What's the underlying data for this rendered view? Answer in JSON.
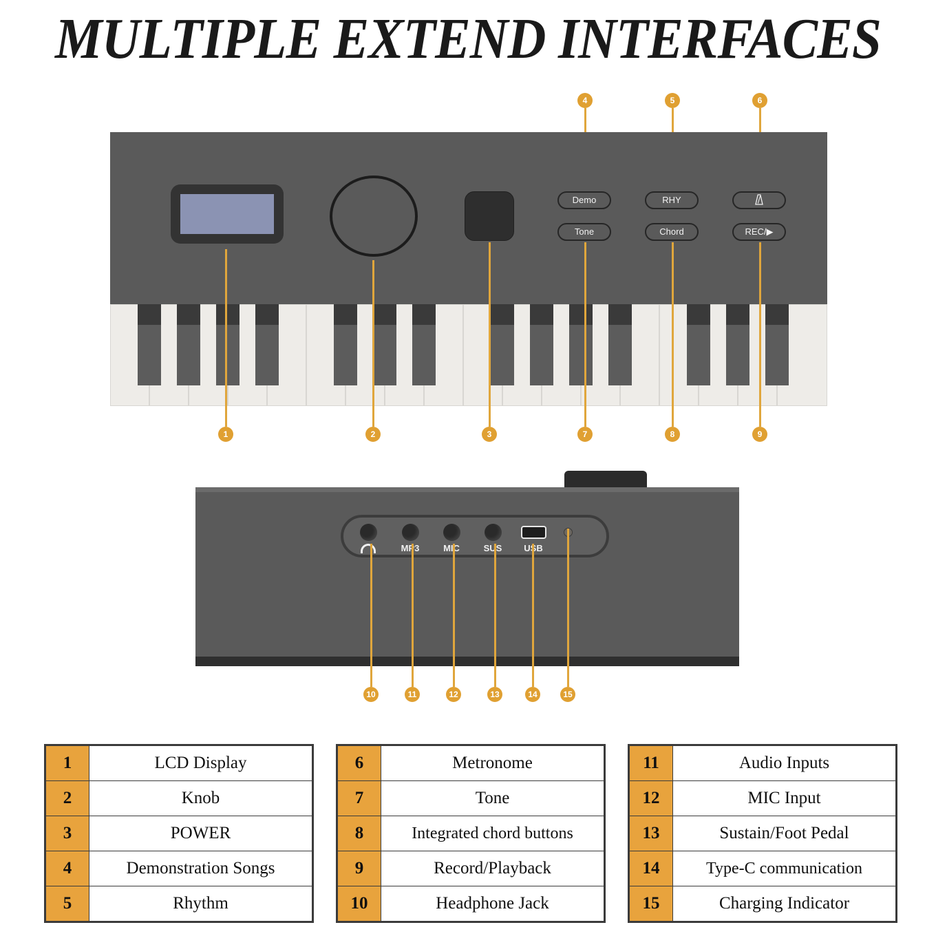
{
  "title": "MULTIPLE EXTEND INTERFACES",
  "colors": {
    "accent": "#e0a032",
    "panel": "#5a5a5a",
    "keybed": "#464646",
    "white_key": "#eeece8",
    "black_key": "#5c5c5c",
    "lcd_screen": "#8b93b3",
    "legend_number_bg": "#e8a33d",
    "text_dark": "#101010"
  },
  "front_panel": {
    "lcd": {
      "name": "LCD Display"
    },
    "knob": {
      "name": "Knob"
    },
    "power": {
      "name": "POWER"
    },
    "buttons": [
      {
        "label": "Demo",
        "icon": ""
      },
      {
        "label": "RHY",
        "icon": ""
      },
      {
        "label": "",
        "icon": "metronome-icon"
      },
      {
        "label": "Tone",
        "icon": ""
      },
      {
        "label": "Chord",
        "icon": ""
      },
      {
        "label": "REC/▶",
        "icon": ""
      }
    ]
  },
  "rear_panel": {
    "ports": [
      {
        "label": "",
        "icon": "headphone-icon",
        "type": "jack"
      },
      {
        "label": "MP3",
        "icon": "",
        "type": "jack"
      },
      {
        "label": "MIC",
        "icon": "",
        "type": "jack"
      },
      {
        "label": "SUS",
        "icon": "",
        "type": "jack"
      },
      {
        "label": "USB",
        "icon": "usb-icon",
        "type": "usb"
      },
      {
        "label": "",
        "icon": "led-icon",
        "type": "led"
      }
    ]
  },
  "callouts": [
    {
      "n": "1"
    },
    {
      "n": "2"
    },
    {
      "n": "3"
    },
    {
      "n": "4"
    },
    {
      "n": "5"
    },
    {
      "n": "6"
    },
    {
      "n": "7"
    },
    {
      "n": "8"
    },
    {
      "n": "9"
    },
    {
      "n": "10"
    },
    {
      "n": "11"
    },
    {
      "n": "12"
    },
    {
      "n": "13"
    },
    {
      "n": "14"
    },
    {
      "n": "15"
    }
  ],
  "legend": {
    "columns": [
      {
        "rows": [
          {
            "num": "1",
            "label": "LCD Display"
          },
          {
            "num": "2",
            "label": "Knob"
          },
          {
            "num": "3",
            "label": "POWER"
          },
          {
            "num": "4",
            "label": "Demonstration Songs"
          },
          {
            "num": "5",
            "label": "Rhythm"
          }
        ]
      },
      {
        "rows": [
          {
            "num": "6",
            "label": "Metronome"
          },
          {
            "num": "7",
            "label": "Tone"
          },
          {
            "num": "8",
            "label": "Integrated chord buttons"
          },
          {
            "num": "9",
            "label": "Record/Playback"
          },
          {
            "num": "10",
            "label": "Headphone Jack"
          }
        ]
      },
      {
        "rows": [
          {
            "num": "11",
            "label": "Audio Inputs"
          },
          {
            "num": "12",
            "label": "MIC Input"
          },
          {
            "num": "13",
            "label": "Sustain/Foot Pedal"
          },
          {
            "num": "14",
            "label": "Type-C communication"
          },
          {
            "num": "15",
            "label": "Charging Indicator"
          }
        ]
      }
    ]
  }
}
